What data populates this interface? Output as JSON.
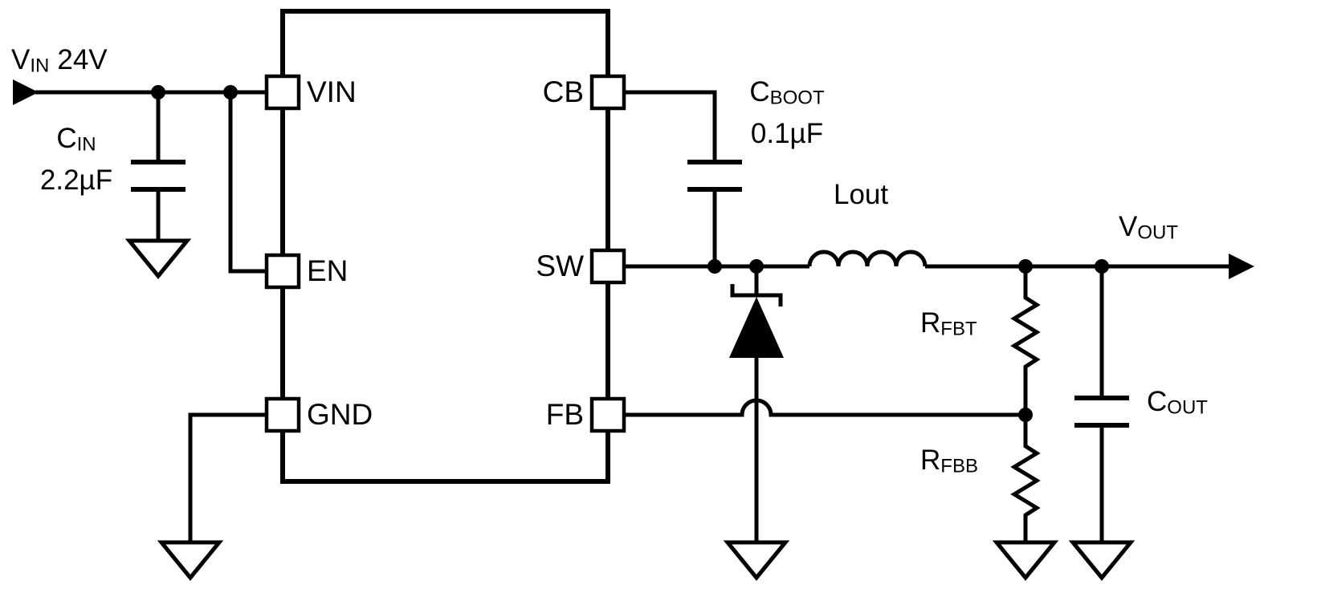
{
  "figure": {
    "type": "schematic",
    "description": "Buck regulator typical application circuit"
  },
  "colors": {
    "line": "#000000",
    "background": "#ffffff"
  },
  "labels": {
    "input": {
      "symbol": "V",
      "sub": "IN",
      "value": "24V"
    },
    "cin": {
      "symbol": "C",
      "sub": "IN",
      "value": "2.2µF"
    },
    "cboot": {
      "symbol": "C",
      "sub": "BOOT",
      "value": "0.1µF"
    },
    "lout": {
      "text": "Lout"
    },
    "vout": {
      "symbol": "V",
      "sub": "OUT"
    },
    "rfbt": {
      "symbol": "R",
      "sub": "FBT"
    },
    "rfbb": {
      "symbol": "R",
      "sub": "FBB"
    },
    "cout": {
      "symbol": "C",
      "sub": "OUT"
    }
  },
  "ic": {
    "pins": {
      "vin": "VIN",
      "en": "EN",
      "gnd": "GND",
      "cb": "CB",
      "sw": "SW",
      "fb": "FB"
    }
  }
}
